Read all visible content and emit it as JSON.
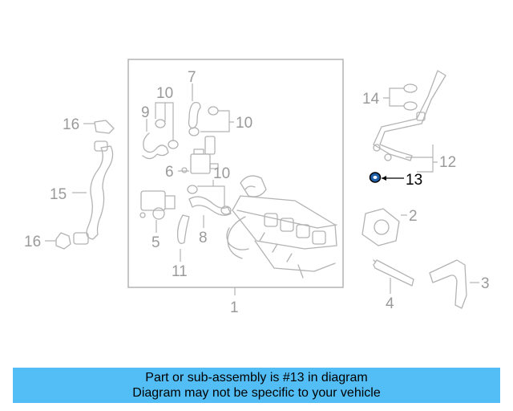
{
  "diagram": {
    "callouts": {
      "c1": "1",
      "c2": "2",
      "c3": "3",
      "c4": "4",
      "c5": "5",
      "c6": "6",
      "c7": "7",
      "c8": "8",
      "c9": "9",
      "c10a": "10",
      "c10b": "10",
      "c10c": "10",
      "c11": "11",
      "c12": "12",
      "c13": "13",
      "c14": "14",
      "c15": "15",
      "c16a": "16",
      "c16b": "16"
    },
    "highlighted_part": "13",
    "colors": {
      "highlight_part": "#1f5fa8",
      "line": "#b3b3b3",
      "banner": "#53bdf5"
    }
  },
  "banner": {
    "line1": "Part or sub-assembly is #13 in diagram",
    "line2": "Diagram may not be specific to your vehicle"
  }
}
